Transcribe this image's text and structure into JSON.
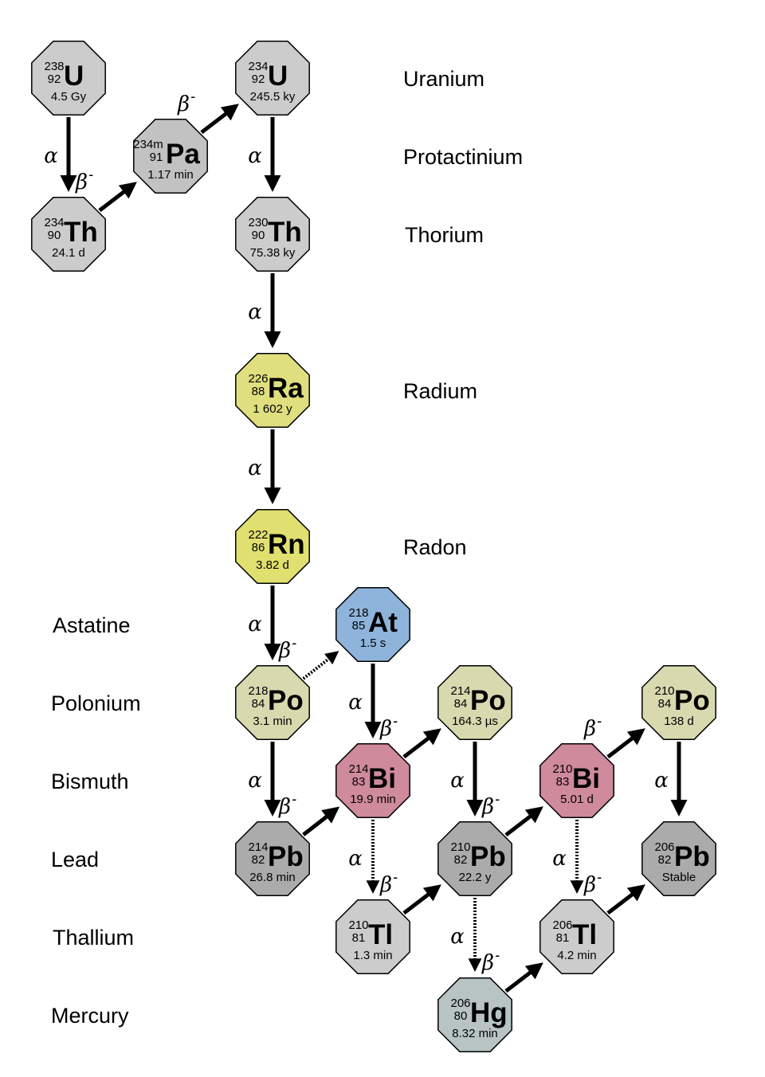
{
  "element_labels": [
    {
      "id": "uranium",
      "text": "Uranium"
    },
    {
      "id": "protactinium",
      "text": "Protactinium"
    },
    {
      "id": "thorium",
      "text": "Thorium"
    },
    {
      "id": "radium",
      "text": "Radium"
    },
    {
      "id": "radon",
      "text": "Radon"
    },
    {
      "id": "astatine",
      "text": "Astatine"
    },
    {
      "id": "polonium",
      "text": "Polonium"
    },
    {
      "id": "bismuth",
      "text": "Bismuth"
    },
    {
      "id": "lead",
      "text": "Lead"
    },
    {
      "id": "thallium",
      "text": "Thallium"
    },
    {
      "id": "mercury",
      "text": "Mercury"
    }
  ],
  "nuclides": [
    {
      "id": "u238",
      "mass": "238",
      "z": "92",
      "symbol": "U",
      "half_life": "4.5 Gy",
      "color": "#cccccc"
    },
    {
      "id": "th234",
      "mass": "234",
      "z": "90",
      "symbol": "Th",
      "half_life": "24.1 d",
      "color": "#cccccc"
    },
    {
      "id": "pa234m",
      "mass": "234m",
      "z": "91",
      "symbol": "Pa",
      "half_life": "1.17 min",
      "color": "#c2c2c2"
    },
    {
      "id": "u234",
      "mass": "234",
      "z": "92",
      "symbol": "U",
      "half_life": "245.5 ky",
      "color": "#cccccc"
    },
    {
      "id": "th230",
      "mass": "230",
      "z": "90",
      "symbol": "Th",
      "half_life": "75.38 ky",
      "color": "#cccccc"
    },
    {
      "id": "ra226",
      "mass": "226",
      "z": "88",
      "symbol": "Ra",
      "half_life": "1 602 y",
      "color": "#dfdf7f"
    },
    {
      "id": "rn222",
      "mass": "222",
      "z": "86",
      "symbol": "Rn",
      "half_life": "3.82 d",
      "color": "#e0e070"
    },
    {
      "id": "at218",
      "mass": "218",
      "z": "85",
      "symbol": "At",
      "half_life": "1.5 s",
      "color": "#8fb4db"
    },
    {
      "id": "po218",
      "mass": "218",
      "z": "84",
      "symbol": "Po",
      "half_life": "3.1 min",
      "color": "#d9d9b0"
    },
    {
      "id": "po214",
      "mass": "214",
      "z": "84",
      "symbol": "Po",
      "half_life": "164.3 µs",
      "color": "#d9d9b0"
    },
    {
      "id": "po210",
      "mass": "210",
      "z": "84",
      "symbol": "Po",
      "half_life": "138 d",
      "color": "#d9d9b0"
    },
    {
      "id": "bi214",
      "mass": "214",
      "z": "83",
      "symbol": "Bi",
      "half_life": "19.9 min",
      "color": "#cf8a9c"
    },
    {
      "id": "bi210",
      "mass": "210",
      "z": "83",
      "symbol": "Bi",
      "half_life": "5.01 d",
      "color": "#cf8a9c"
    },
    {
      "id": "pb214",
      "mass": "214",
      "z": "82",
      "symbol": "Pb",
      "half_life": "26.8 min",
      "color": "#ababab"
    },
    {
      "id": "pb210",
      "mass": "210",
      "z": "82",
      "symbol": "Pb",
      "half_life": "22.2 y",
      "color": "#ababab"
    },
    {
      "id": "pb206",
      "mass": "206",
      "z": "82",
      "symbol": "Pb",
      "half_life": "Stable",
      "color": "#ababab"
    },
    {
      "id": "tl210",
      "mass": "210",
      "z": "81",
      "symbol": "Tl",
      "half_life": "1.3 min",
      "color": "#cccccc"
    },
    {
      "id": "tl206",
      "mass": "206",
      "z": "81",
      "symbol": "Tl",
      "half_life": "4.2 min",
      "color": "#cccccc"
    },
    {
      "id": "hg206",
      "mass": "206",
      "z": "80",
      "symbol": "Hg",
      "half_life": "8.32 min",
      "color": "#b8c4c4"
    }
  ],
  "decays": [
    {
      "from": "u238",
      "to": "th234",
      "mode": "α",
      "sup": "",
      "minor": false
    },
    {
      "from": "th234",
      "to": "pa234m",
      "mode": "β",
      "sup": "-",
      "minor": false
    },
    {
      "from": "pa234m",
      "to": "u234",
      "mode": "β",
      "sup": "-",
      "minor": false
    },
    {
      "from": "u234",
      "to": "th230",
      "mode": "α",
      "sup": "",
      "minor": false
    },
    {
      "from": "th230",
      "to": "ra226",
      "mode": "α",
      "sup": "",
      "minor": false
    },
    {
      "from": "ra226",
      "to": "rn222",
      "mode": "α",
      "sup": "",
      "minor": false
    },
    {
      "from": "rn222",
      "to": "po218",
      "mode": "α",
      "sup": "",
      "minor": false
    },
    {
      "from": "po218",
      "to": "at218",
      "mode": "β",
      "sup": "-",
      "minor": true
    },
    {
      "from": "po218",
      "to": "pb214",
      "mode": "α",
      "sup": "",
      "minor": false
    },
    {
      "from": "at218",
      "to": "bi214",
      "mode": "α",
      "sup": "",
      "minor": false
    },
    {
      "from": "pb214",
      "to": "bi214",
      "mode": "β",
      "sup": "-",
      "minor": false
    },
    {
      "from": "bi214",
      "to": "po214",
      "mode": "β",
      "sup": "-",
      "minor": false
    },
    {
      "from": "bi214",
      "to": "tl210",
      "mode": "α",
      "sup": "",
      "minor": true
    },
    {
      "from": "po214",
      "to": "pb210",
      "mode": "α",
      "sup": "",
      "minor": false
    },
    {
      "from": "tl210",
      "to": "pb210",
      "mode": "β",
      "sup": "-",
      "minor": false
    },
    {
      "from": "pb210",
      "to": "bi210",
      "mode": "β",
      "sup": "-",
      "minor": false
    },
    {
      "from": "pb210",
      "to": "hg206",
      "mode": "α",
      "sup": "",
      "minor": true
    },
    {
      "from": "bi210",
      "to": "po210",
      "mode": "β",
      "sup": "-",
      "minor": false
    },
    {
      "from": "bi210",
      "to": "tl206",
      "mode": "α",
      "sup": "",
      "minor": true
    },
    {
      "from": "hg206",
      "to": "tl206",
      "mode": "β",
      "sup": "-",
      "minor": false
    },
    {
      "from": "po210",
      "to": "pb206",
      "mode": "α",
      "sup": "",
      "minor": false
    },
    {
      "from": "tl206",
      "to": "pb206",
      "mode": "β",
      "sup": "-",
      "minor": false
    }
  ]
}
